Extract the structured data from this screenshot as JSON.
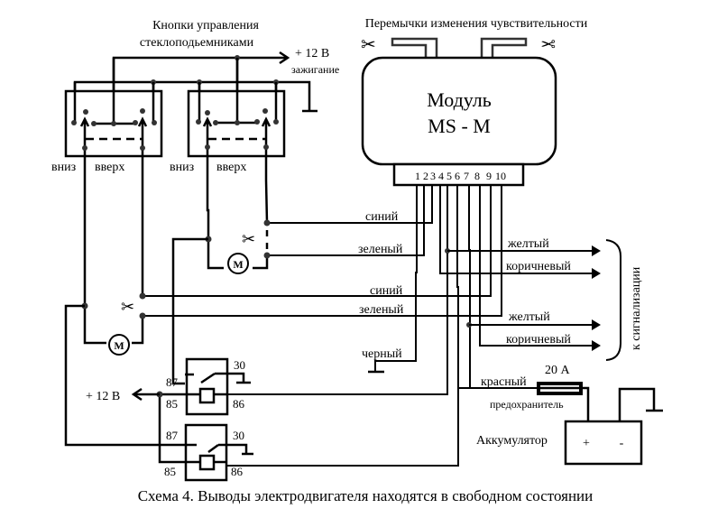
{
  "title_buttons": [
    "Кнопки управления",
    "стеклоподьемниками"
  ],
  "title_jumpers": "Перемычки изменения чувствительности",
  "ignition": {
    "voltage": "+ 12 В",
    "label": "зажигание"
  },
  "module": {
    "line1": "Модуль",
    "line2": "MS - M",
    "pins": [
      "1",
      "2",
      "3",
      "4",
      "5",
      "6",
      "7",
      "8",
      "9",
      "10"
    ]
  },
  "switch_labels": {
    "down": "вниз",
    "up": "вверх"
  },
  "wires": {
    "blue": "синий",
    "green": "зеленый",
    "yellow": "желтый",
    "brown": "коричневый",
    "black": "черный",
    "red": "красный"
  },
  "motor_label": "M",
  "to_alarm": "к сигнализации",
  "relay_pins": {
    "p87": "87",
    "p30": "30",
    "p85": "85",
    "p86": "86"
  },
  "supply": "+ 12 В",
  "fuse": {
    "rating": "20 А",
    "label": "предохранитель"
  },
  "battery": {
    "label": "Аккумулятор",
    "plus": "+",
    "minus": "-"
  },
  "caption": "Схема 4. Выводы электродвигателя находятся в свободном состоянии"
}
